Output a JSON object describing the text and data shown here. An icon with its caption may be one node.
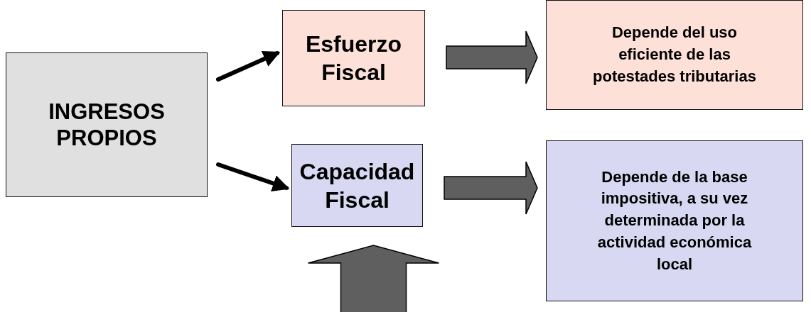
{
  "diagram": {
    "nodes": [
      {
        "text": [
          "INGRESOS PROPIOS"
        ]
      },
      {
        "text": [
          "Esfuerzo Fiscal"
        ]
      },
      {
        "text": [
          "Depende del uso eficiente de las potestades tributarias"
        ]
      },
      {
        "text": [
          "Capacidad Fiscal"
        ]
      },
      {
        "text": [
          "Depende de la base impositiva, a su vez determinada por la actividad económica local"
        ]
      }
    ],
    "edges": [
      {
        "from": 0,
        "to": 1,
        "arrow": "to"
      },
      {
        "from": 0,
        "to": 3,
        "arrow": "to"
      },
      {
        "from": 1,
        "to": 2,
        "arrow": "to",
        "style": "thick",
        "color": "#5f5f5f"
      },
      {
        "from": 3,
        "to": 4,
        "arrow": "to",
        "style": "thick",
        "color": "#5f5f5f"
      },
      {
        "from": null,
        "to": 3,
        "arrow": "to",
        "style": "thick",
        "color": "#5f5f5f"
      }
    ]
  }
}
